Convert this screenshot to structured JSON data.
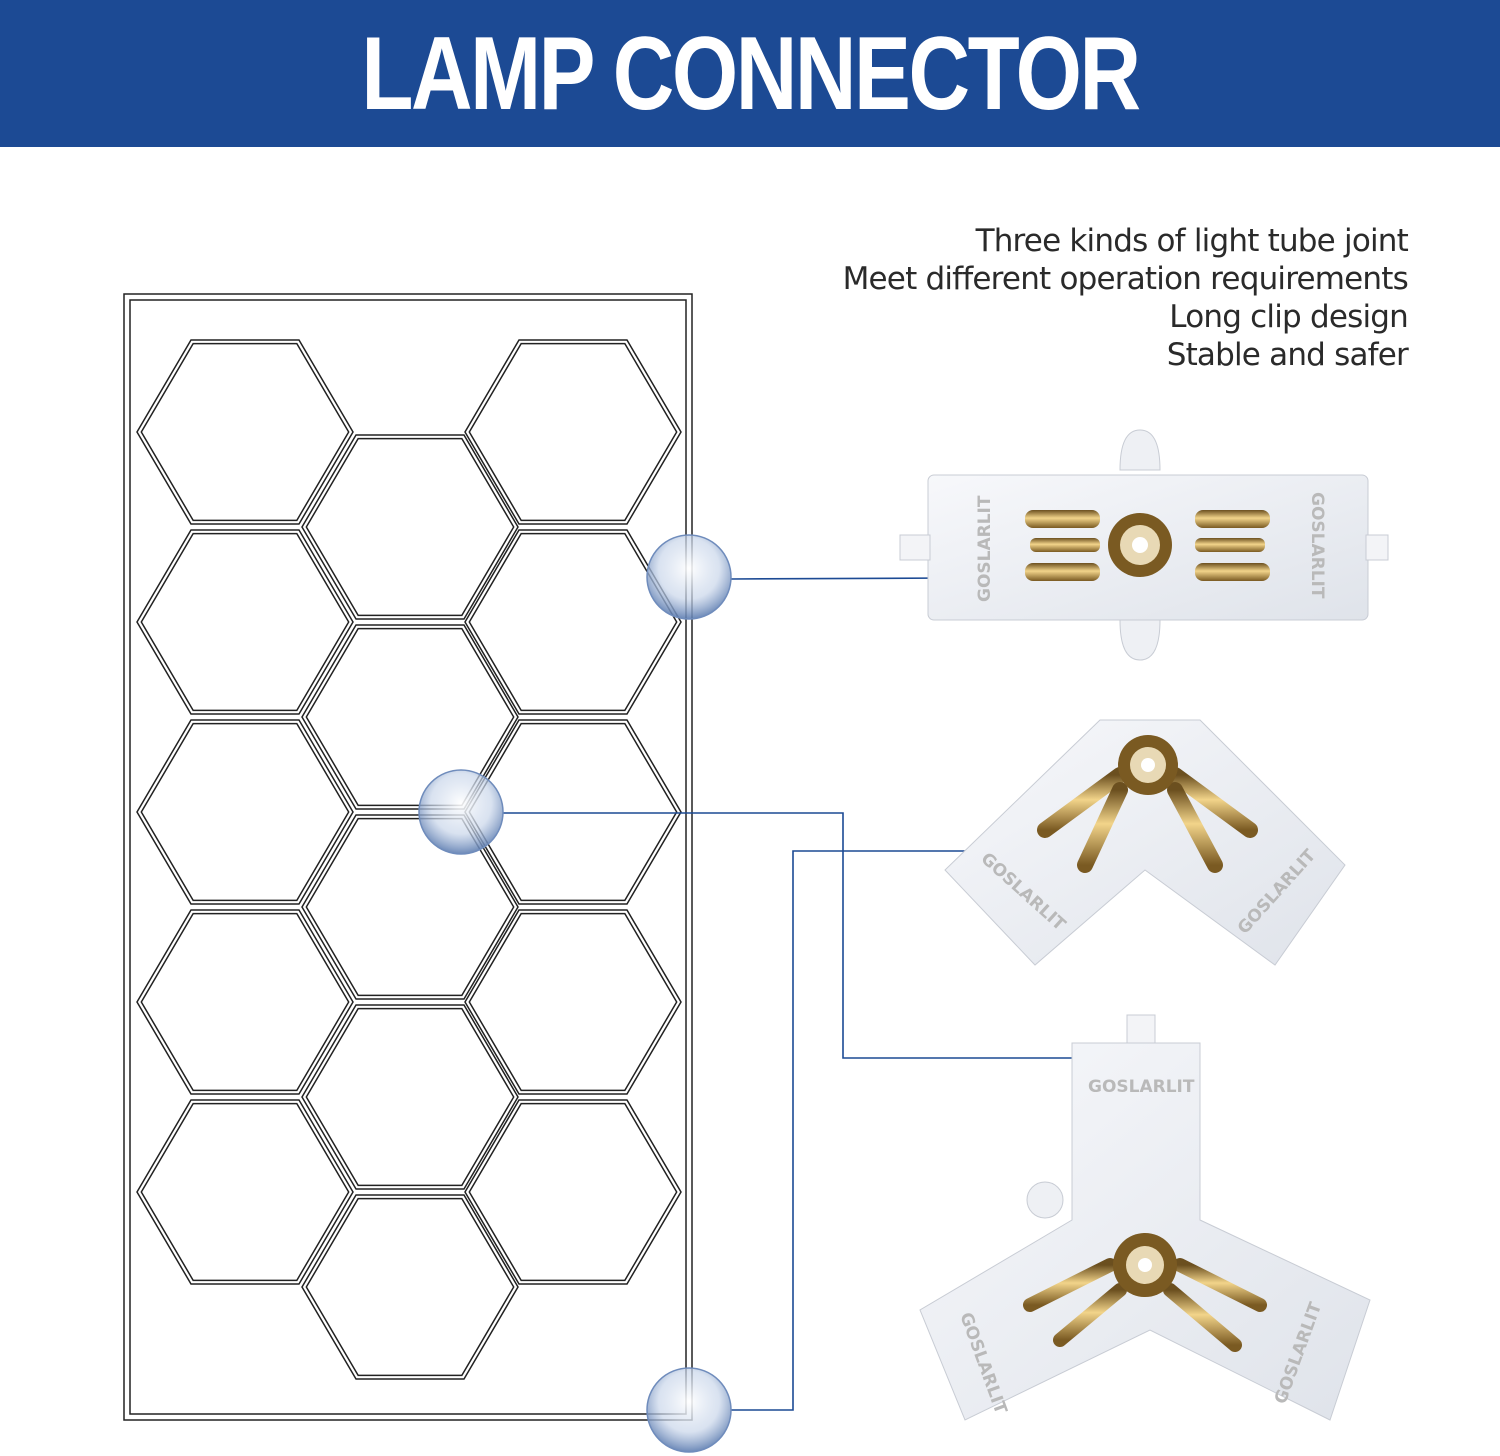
{
  "header": {
    "title": "LAMP CONNECTOR"
  },
  "features": [
    "Three kinds of light tube joint",
    "Meet different operation requirements",
    "Long clip design",
    "Stable and safer"
  ],
  "connectors": {
    "brand": "GOSLARLIT",
    "types": [
      "straight-connector",
      "v-connector",
      "y-connector"
    ]
  },
  "colors": {
    "banner": "#1c4a94",
    "callout_line": "#1c4a94",
    "text": "#2a2a2a"
  }
}
